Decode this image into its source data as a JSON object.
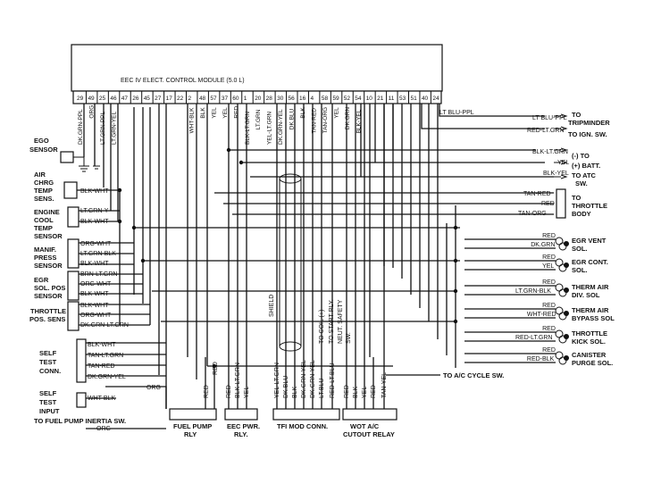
{
  "module": {
    "title": "EEC IV   ELECT. CONTROL MODULE (5.0 L)",
    "pins": [
      "29",
      "49",
      "25",
      "46",
      "47",
      "26",
      "45",
      "27",
      "17",
      "22",
      "2",
      "48",
      "57",
      "37",
      "60",
      "1",
      "20",
      "28",
      "30",
      "56",
      "16",
      "4",
      "58",
      "59",
      "52",
      "54",
      "10",
      "21",
      "11",
      "53",
      "51",
      "40",
      "24"
    ],
    "pin_wires": [
      "DK.GRN-PPL",
      "ORG",
      "LT.GRN-PPL",
      "LT.GRN-YEL",
      "",
      "",
      "",
      "",
      "",
      "",
      "WHT-BLK",
      "BLK",
      "YEL",
      "YEL",
      "RED",
      "BLK-LT.GRN",
      "LT.GRN",
      "YEL-LT.GRN",
      "DK.GRN-YEL",
      "DK.BLU",
      "BLK",
      "TAN-RED",
      "TAN-ORG",
      "YEL",
      "DK.GRN",
      "BLK-YEL",
      "",
      "",
      "",
      "",
      "",
      "",
      ""
    ]
  },
  "left_components": [
    {
      "id": "ego",
      "label": [
        "EGO",
        "SENSOR"
      ]
    },
    {
      "id": "air-chrg",
      "label": [
        "AIR",
        "CHRG",
        "TEMP",
        "SENS."
      ]
    },
    {
      "id": "engine-cool",
      "label": [
        "ENGINE",
        "COOL",
        "TEMP",
        "SENSOR"
      ]
    },
    {
      "id": "manif-press",
      "label": [
        "MANIF.",
        "PRESS",
        "SENSOR"
      ]
    },
    {
      "id": "egr-sol-pos",
      "label": [
        "EGR",
        "SOL. POS",
        "SENSOR"
      ]
    },
    {
      "id": "throttle-pos",
      "label": [
        "THROTTLE",
        "POS. SENS"
      ]
    },
    {
      "id": "self-test-conn",
      "label": [
        "SELF",
        "TEST",
        "CONN."
      ]
    },
    {
      "id": "self-test-input",
      "label": [
        "SELF",
        "TEST",
        "INPUT"
      ]
    }
  ],
  "left_wire_labels": {
    "air_chrg": [
      "BLK-WHT"
    ],
    "engine_cool": [
      "LT.GRN-Y",
      "BLK-WHT"
    ],
    "manif_press": [
      "ORG-WHT",
      "LT.GRN-BLK",
      "BLK-WHT"
    ],
    "egr_pos": [
      "BRN-LT.GRN",
      "ORG-WHT",
      "BLK-WHT"
    ],
    "throttle_pos": [
      "BLK-WHT",
      "ORG-WHT",
      "DK.GRN-LT.GRN"
    ],
    "self_test_conn": [
      "BLK-WHT",
      "TAN-LT.GRN",
      "TAN-RED",
      "DK.GRN-YEL"
    ],
    "self_test_input": [
      "WHT-BLK",
      "ORG"
    ],
    "fuel_pump_wire": "ORG",
    "fuel_pump_inertia": "TO FUEL PUMP INERTIA SW."
  },
  "right_top": {
    "tripminder_wire": "LT BLU-PPL",
    "tripminder_wire2": "LT BLU-PPL",
    "tripminder_target": [
      "TO",
      "TRIPMINDER"
    ],
    "ign_wire": "RED-LT.GRN",
    "ign_target": "TO IGN. SW.",
    "to_wire": "BLK-LT.GRN",
    "to_target": "(-) TO",
    "batt_wire": "YEL",
    "batt_target": "(+) BATT.",
    "atc_wire": "BLK-YEL",
    "atc_target": [
      "TO ATC",
      "SW."
    ]
  },
  "right_components": [
    {
      "id": "throttle-body",
      "wires": [
        "TAN-RED",
        "RED",
        "TAN-ORG"
      ],
      "label": [
        "TO",
        "THROTTLE",
        "BODY"
      ]
    },
    {
      "id": "egr-vent",
      "wires": [
        "RED",
        "DK.GRN"
      ],
      "label": [
        "EGR VENT",
        "SOL."
      ]
    },
    {
      "id": "egr-cont",
      "wires": [
        "RED",
        "YEL"
      ],
      "label": [
        "EGR CONT.",
        "SOL."
      ]
    },
    {
      "id": "therm-air-div",
      "wires": [
        "RED",
        "LT.GRN-BLK"
      ],
      "label": [
        "THERM AIR",
        "DIV. SOL"
      ]
    },
    {
      "id": "therm-air-bypass",
      "wires": [
        "RED",
        "WHT-RED"
      ],
      "label": [
        "THERM AIR",
        "BYPASS SOL"
      ]
    },
    {
      "id": "throttle-kick",
      "wires": [
        "RED",
        "RED-LT.GRN"
      ],
      "label": [
        "THROTTLE",
        "KICK SOL."
      ]
    },
    {
      "id": "canister-purge",
      "wires": [
        "RED",
        "RED-BLK"
      ],
      "label": [
        "CANISTER",
        "PURGE SOL."
      ]
    }
  ],
  "ac_cycle": "TO A/C CYCLE SW.",
  "center": {
    "shield": "SHIELD",
    "to_coil": "TO COIL (+)",
    "to_start_rly": "TO START RLY.",
    "neut_safety": [
      "NEUT. SAFETY",
      "SW."
    ]
  },
  "bottom_connectors": [
    {
      "id": "fuel-pump-rly",
      "wires": [
        "RED",
        "RED"
      ],
      "label": [
        "FUEL PUMP",
        "RLY"
      ]
    },
    {
      "id": "eec-pwr-rly",
      "wires": [
        "RED",
        "BLK-LT.GRN",
        "YEL"
      ],
      "label": [
        "EEC  PWR.",
        "RLY."
      ]
    },
    {
      "id": "tfi-mod-conn",
      "wires": [
        "YEL-LT.GRN",
        "DK.BLU",
        "BLK",
        "DK.GRN-YEL",
        "DK.GRN-YEL",
        "LT.BLU"
      ],
      "label": [
        "TFI MOD CONN."
      ]
    },
    {
      "id": "wot-ac-relay",
      "wires": [
        "RED-LT.BLU",
        "RED",
        "BLK",
        "YEL",
        "RED",
        "TAN-YEL"
      ],
      "label": [
        "WOT A/C",
        "CUTOUT RELAY"
      ]
    }
  ],
  "colors": {
    "ink": "#111111",
    "paper": "#ffffff"
  }
}
